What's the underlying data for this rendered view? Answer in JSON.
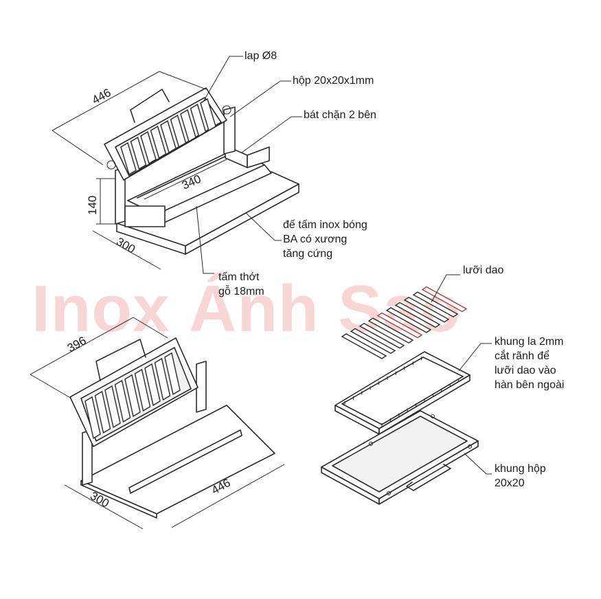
{
  "watermark": "Inox Ánh Sao",
  "top_view": {
    "dims": {
      "length": "446",
      "height": "140",
      "depth": "300",
      "inner": "340"
    },
    "labels": {
      "lap": "lap Ø8",
      "hop": "hộp 20x20x1mm",
      "bat": "bát chặn 2 bên",
      "de_1": "đế tấm inox bóng",
      "de_2": "BA có xương",
      "de_3": "tăng cứng",
      "tam_1": "tấm thớt",
      "tam_2": "gỗ 18mm"
    }
  },
  "bottom_left_view": {
    "dims": {
      "top": "396",
      "depth": "300",
      "length": "446"
    }
  },
  "exploded_view": {
    "labels": {
      "luoi": "lưỡi dao",
      "khung_la_1": "khung la 2mm",
      "khung_la_2": "cắt rãnh để",
      "khung_la_3": "lưỡi dao vào",
      "khung_la_4": "hàn bên ngoài",
      "khung_hop_1": "khung hộp",
      "khung_hop_2": "20x20"
    }
  }
}
